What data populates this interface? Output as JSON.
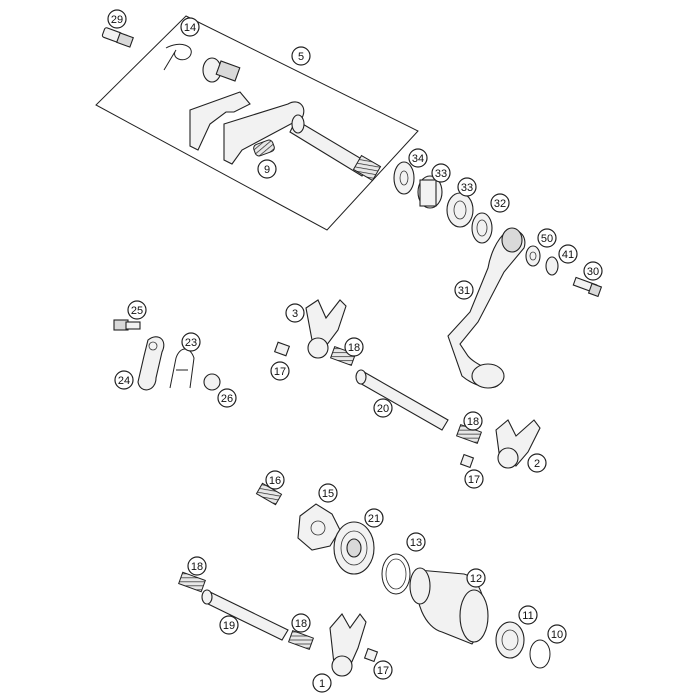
{
  "callouts": {
    "c1": "1",
    "c2": "2",
    "c3": "3",
    "c5": "5",
    "c9": "9",
    "c10": "10",
    "c11": "11",
    "c12": "12",
    "c13": "13",
    "c14": "14",
    "c15": "15",
    "c16": "16",
    "c17a": "17",
    "c17b": "17",
    "c17c": "17",
    "c18a": "18",
    "c18b": "18",
    "c18c": "18",
    "c18d": "18",
    "c19": "19",
    "c20": "20",
    "c21": "21",
    "c23": "23",
    "c24": "24",
    "c25": "25",
    "c26": "26",
    "c29": "29",
    "c30": "30",
    "c31": "31",
    "c32": "32",
    "c33a": "33",
    "c33b": "33",
    "c34": "34",
    "c41": "41",
    "c50": "50"
  }
}
